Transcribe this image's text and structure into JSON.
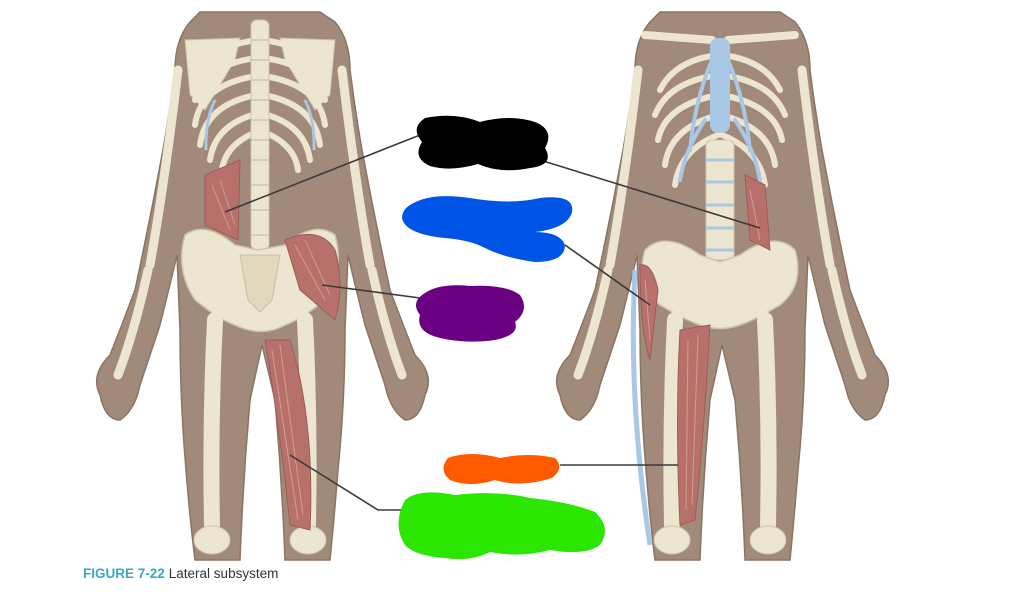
{
  "caption": {
    "figure_number": "FIGURE 7-22",
    "text": "Lateral subsystem"
  },
  "colors": {
    "skin": "#a28a7a",
    "skin_outline": "#8a7466",
    "bone": "#ece5cf",
    "bone_shadow": "#d7ceb4",
    "cartilage": "#a9c8e6",
    "muscle": "#b8716a",
    "muscle_stripe": "#d39b91",
    "leader_line": "#3a3a3a",
    "caption_figure": "#3aa7c9",
    "label_masks": [
      "#000000",
      "#0054e5",
      "#6a0082",
      "#ff5a00",
      "#2ae600"
    ]
  },
  "figures": [
    {
      "view": "posterior-view"
    },
    {
      "view": "anterior-view"
    }
  ]
}
